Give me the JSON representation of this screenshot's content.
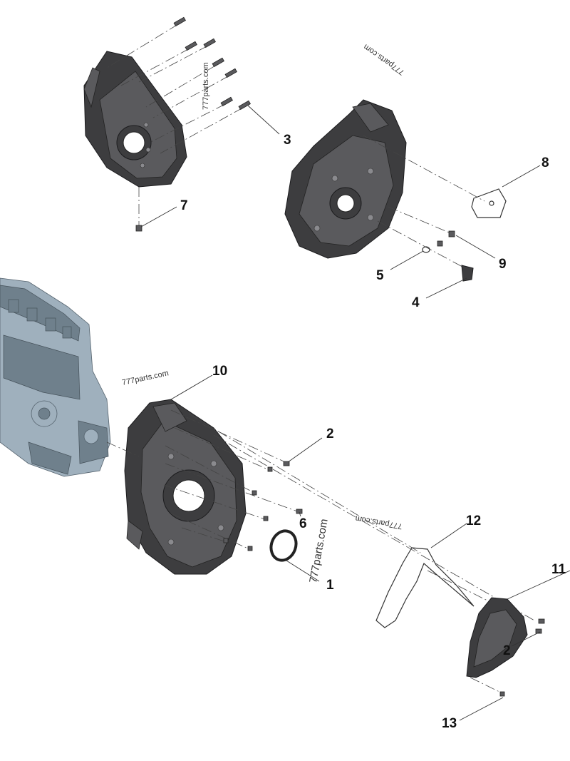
{
  "callouts": [
    {
      "id": "c1",
      "label": "1"
    },
    {
      "id": "c2a",
      "label": "2"
    },
    {
      "id": "c2b",
      "label": "2"
    },
    {
      "id": "c3",
      "label": "3"
    },
    {
      "id": "c4",
      "label": "4"
    },
    {
      "id": "c5",
      "label": "5"
    },
    {
      "id": "c6",
      "label": "6"
    },
    {
      "id": "c7",
      "label": "7"
    },
    {
      "id": "c8",
      "label": "8"
    },
    {
      "id": "c9",
      "label": "9"
    },
    {
      "id": "c10",
      "label": "10"
    },
    {
      "id": "c11",
      "label": "11"
    },
    {
      "id": "c12",
      "label": "12"
    },
    {
      "id": "c13",
      "label": "13"
    }
  ],
  "watermarks": [
    {
      "text": "777parts.com"
    },
    {
      "text": "777parts.com"
    },
    {
      "text": "777parts.com"
    },
    {
      "text": "777parts.com"
    },
    {
      "text": "777parts.com"
    }
  ]
}
